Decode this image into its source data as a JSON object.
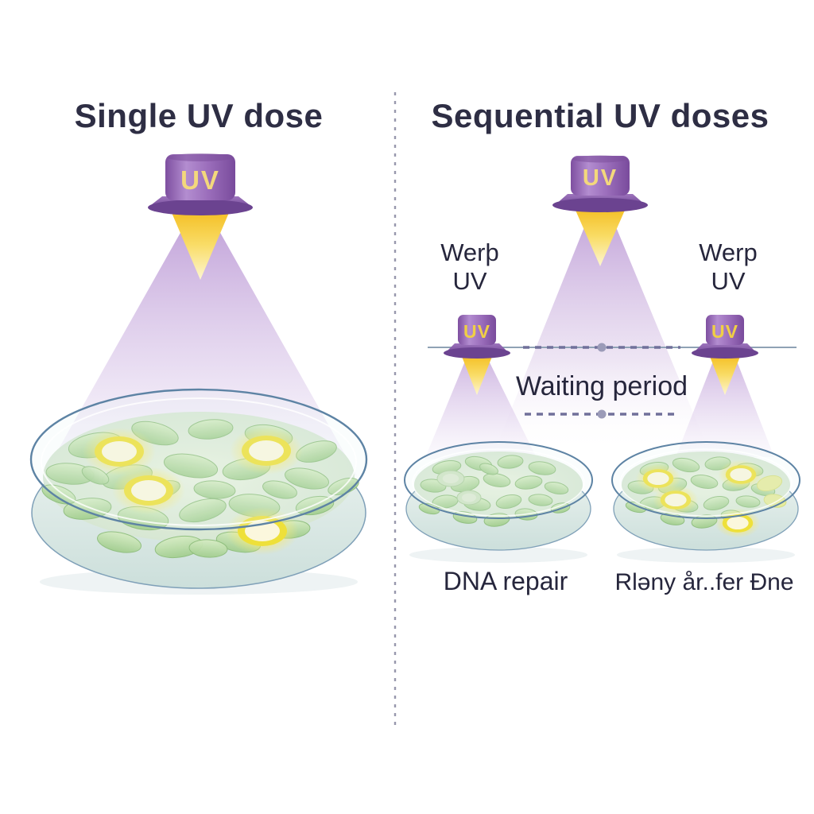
{
  "left_panel": {
    "title": "Single UV dose",
    "lamp_label": "UV"
  },
  "right_panel": {
    "title": "Sequential UV doses",
    "top_lamp_label": "UV",
    "dose1_label_line1": "Werþ",
    "dose1_label_line2": "UV",
    "dose1_lamp_label": "UV",
    "dose2_label_line1": "Werp",
    "dose2_label_line2": "UV",
    "dose2_lamp_label": "UV",
    "waiting_period_label": "Waiting period",
    "dish1_caption": "DNA repair",
    "dish2_caption": "Rləny år..fer Ðne"
  },
  "colors": {
    "title_text": "#2e2e44",
    "label_text": "#26263c",
    "lamp_purple": "#9566b4",
    "uv_label_yellow": "#f3d87c",
    "beam_lavender": "#c0a0d8",
    "light_yellow": "#f4bd20",
    "bacteria_green": "#b8dba5",
    "colony_glow_yellow": "#eee03a",
    "dish_rim_blue": "#5d83a4",
    "dashed_line": "#70709a"
  }
}
